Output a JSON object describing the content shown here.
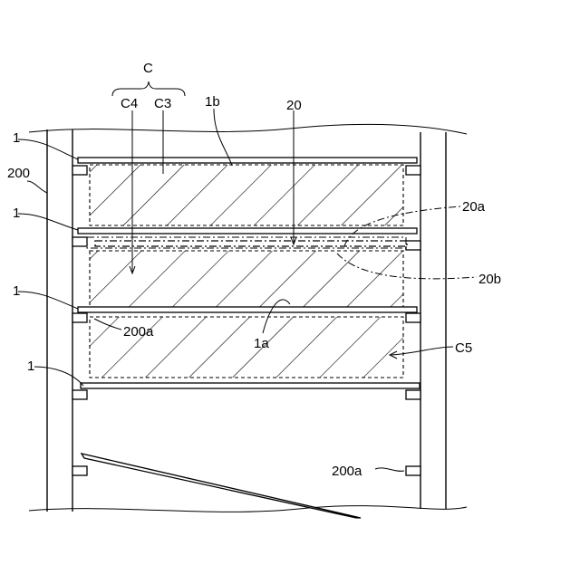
{
  "labels": {
    "C": "C",
    "C4": "C4",
    "C3": "C3",
    "1b": "1b",
    "20": "20",
    "one_a": "1",
    "one_b": "1",
    "one_c": "1",
    "one_d": "1",
    "200": "200",
    "20a": "20a",
    "20b": "20b",
    "200a_top": "200a",
    "1a": "1a",
    "C5": "C5",
    "200a_bottom": "200a"
  }
}
